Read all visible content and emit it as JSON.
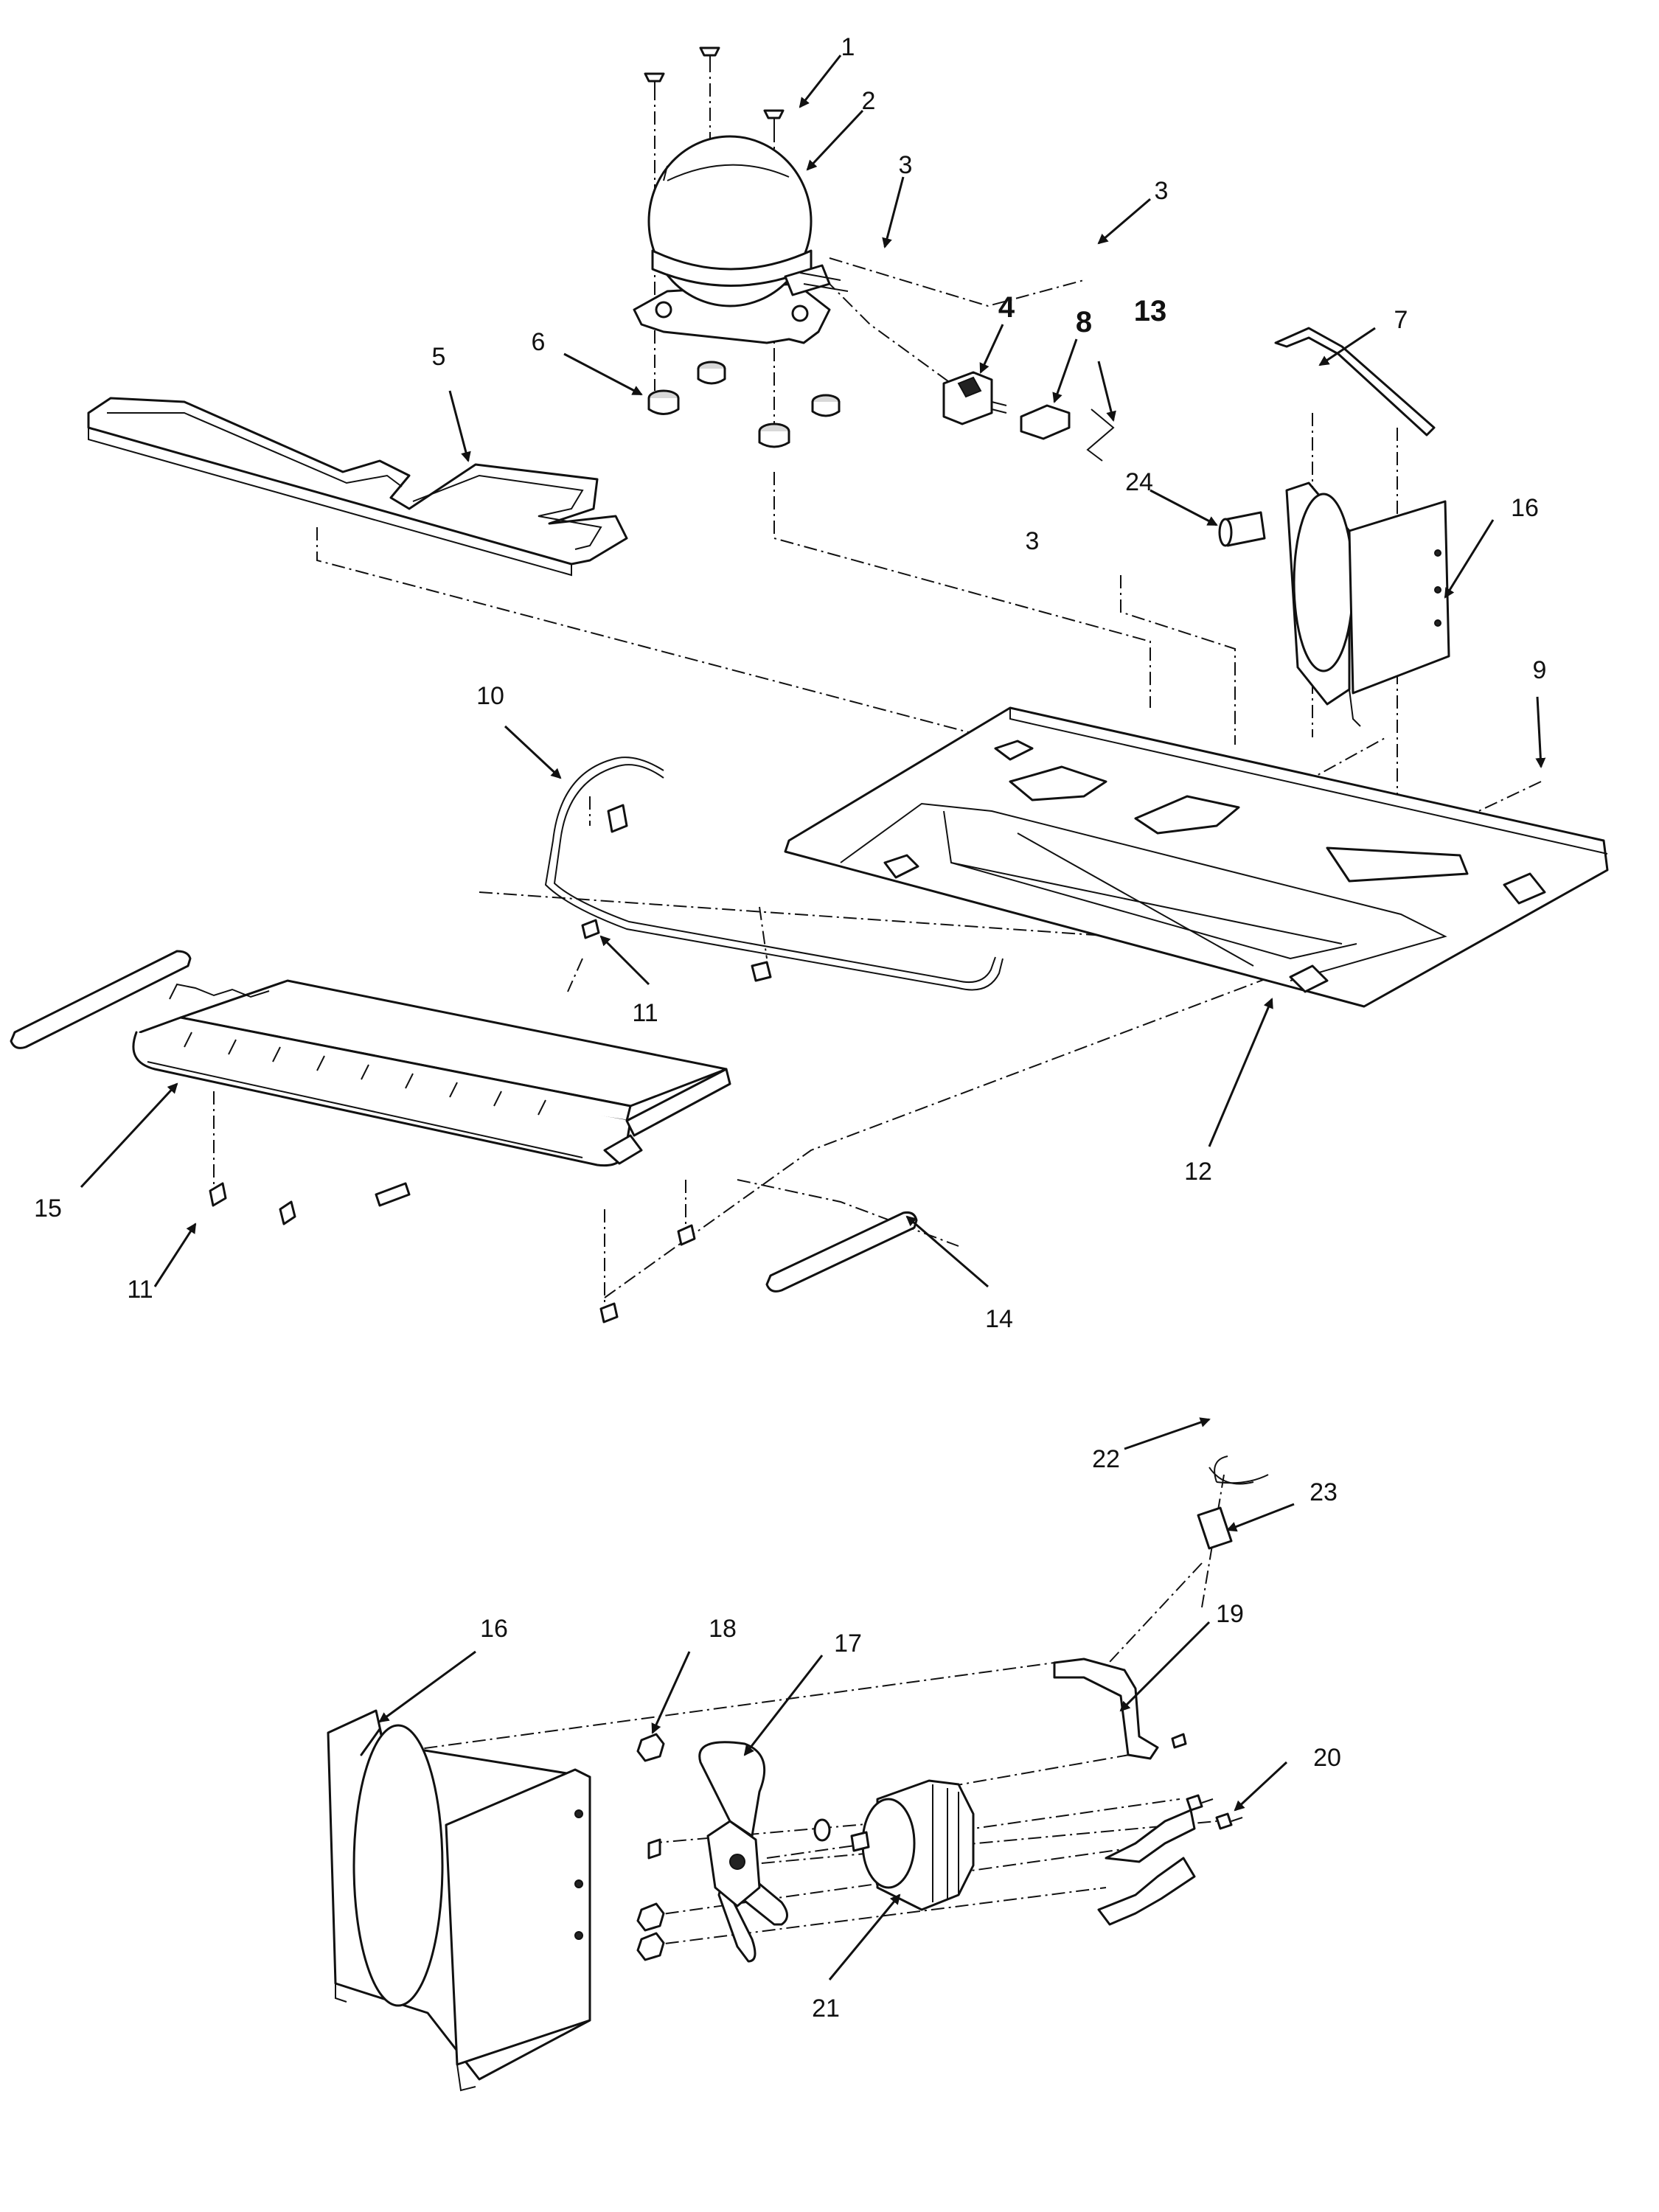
{
  "callouts": {
    "c1": "1",
    "c2": "2",
    "c3a": "3",
    "c3b": "3",
    "c3c": "3",
    "c4": "4",
    "c5": "5",
    "c6": "6",
    "c7": "7",
    "c8": "8",
    "c9": "9",
    "c10": "10",
    "c11a": "11",
    "c11b": "11",
    "c12": "12",
    "c13": "13",
    "c14": "14",
    "c15": "15",
    "c16a": "16",
    "c16b": "16",
    "c17": "17",
    "c18": "18",
    "c19": "19",
    "c20": "20",
    "c21": "21",
    "c22": "22",
    "c23": "23",
    "c24": "24"
  },
  "colors": {
    "line": "#111111",
    "background": "#ffffff",
    "shade": "#d8d8d8"
  }
}
